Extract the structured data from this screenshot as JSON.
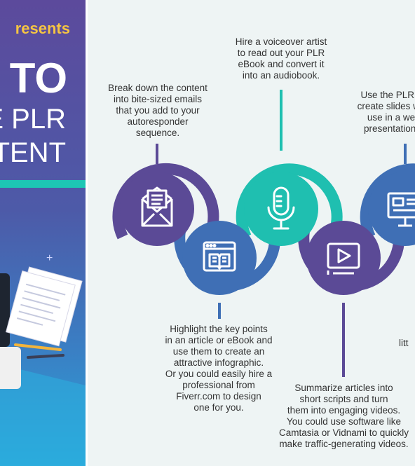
{
  "panel": {
    "presents": "resents",
    "how_to": "TO",
    "line2": "E PLR",
    "line3": "TENT"
  },
  "steps": [
    {
      "id": "emails",
      "icon": "email-icon",
      "color": "#5b4a96",
      "text": "Break down the content\ninto bite-sized emails\nthat you add to your\nautoresponder\nsequence."
    },
    {
      "id": "infographic",
      "icon": "ebook-icon",
      "color": "#3f6fb5",
      "text": "Highlight the key points\nin an article or eBook and\nuse them to create an\nattractive infographic.\nOr you could easily hire a\nprofessional from\nFiverr.com to design\none for you."
    },
    {
      "id": "audiobook",
      "icon": "microphone-icon",
      "color": "#1fbfb0",
      "text": "Hire a voiceover artist\nto read out your PLR\neBook and convert it\ninto an audiobook."
    },
    {
      "id": "videos",
      "icon": "video-play-icon",
      "color": "#5b4a96",
      "text": "Summarize articles into\nshort scripts and turn\nthem into engaging videos.\nYou could use software like\nCamtasia or Vidnami to quickly\nmake traffic-generating videos."
    },
    {
      "id": "slides",
      "icon": "presentation-icon",
      "color": "#3f6fb5",
      "text": "Use the PLR c\ncreate slides wh\nuse in a we\npresentation/"
    }
  ],
  "partial_text": "litt"
}
